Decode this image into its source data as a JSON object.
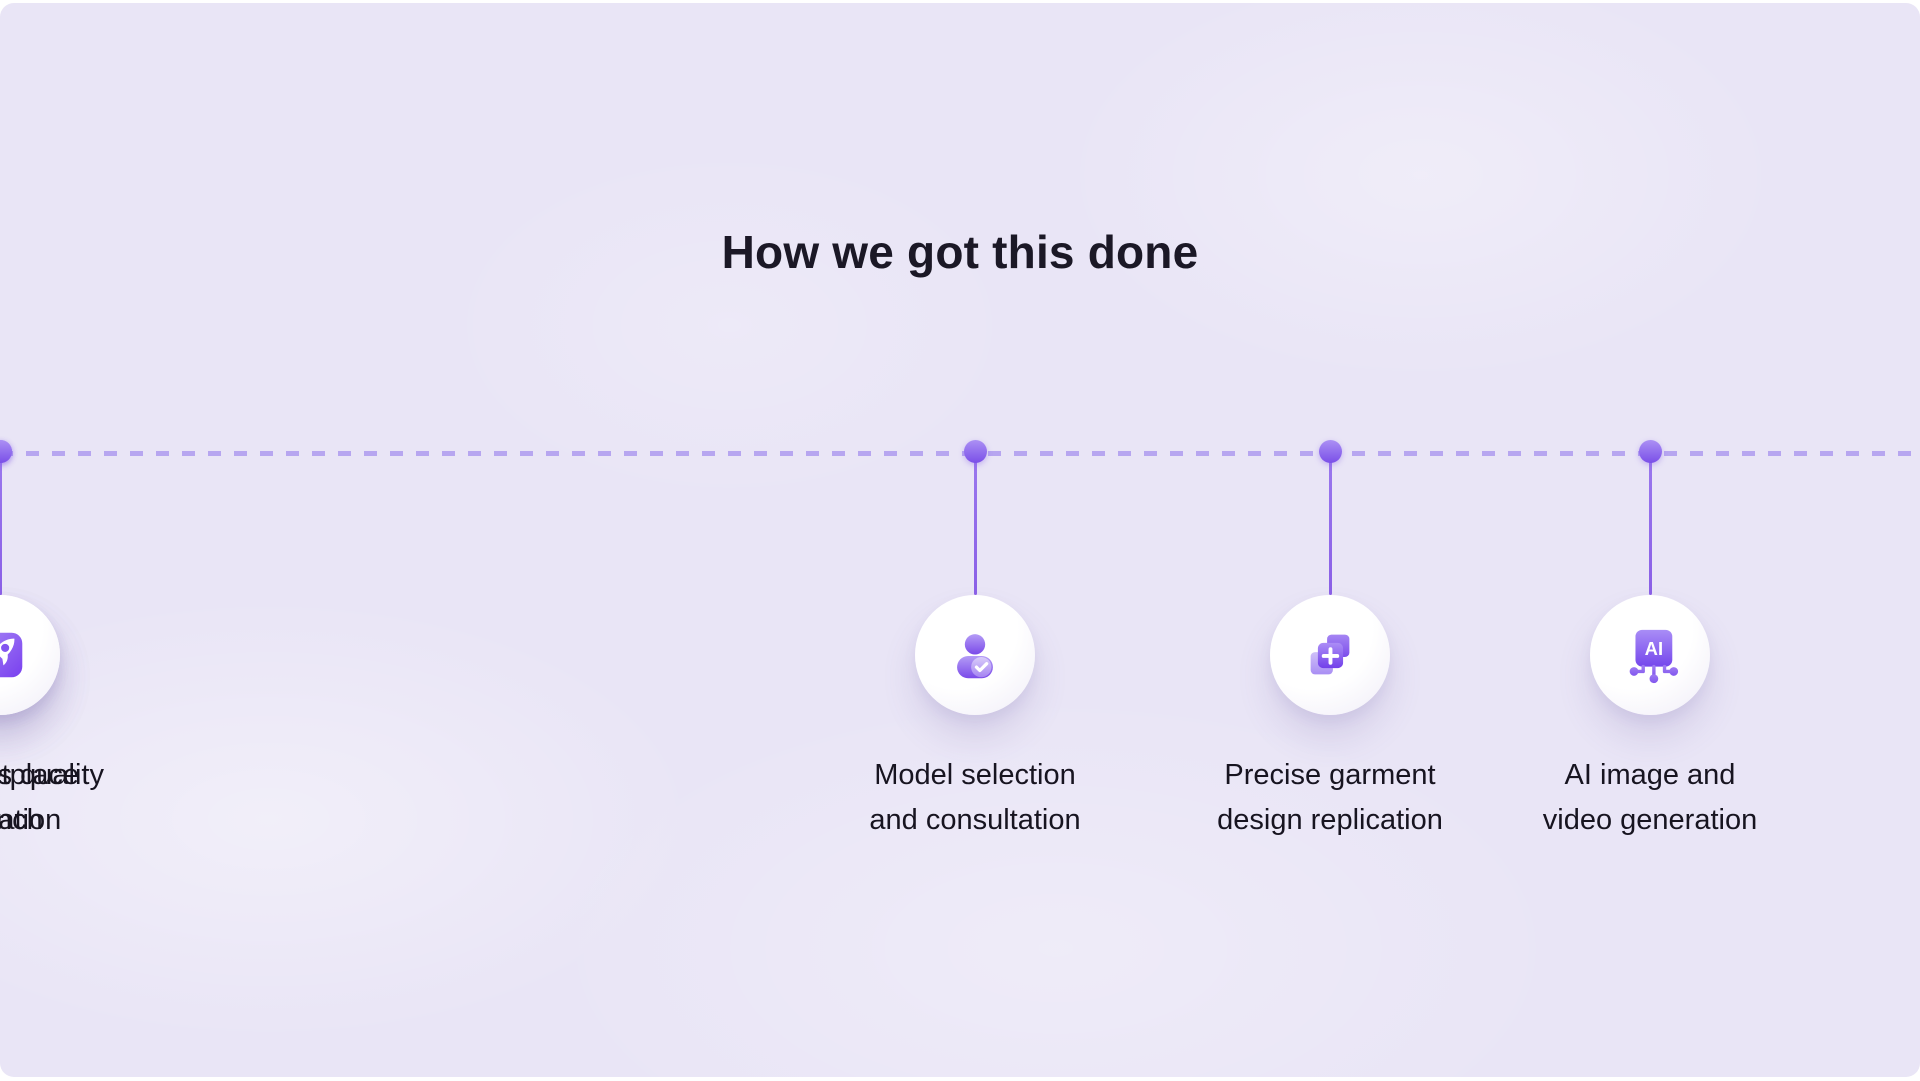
{
  "title": "How we got this done",
  "timeline": {
    "steps": [
      {
        "name": "model-selection",
        "icon": "person-check-icon",
        "lines": [
          "Model selection",
          "and consultation"
        ]
      },
      {
        "name": "garment-replication",
        "icon": "layers-plus-icon",
        "lines": [
          "Precise garment",
          "design replication"
        ]
      },
      {
        "name": "ai-generation",
        "icon": "ai-chip-icon",
        "icon_text": "AI",
        "lines": [
          "AI image and",
          "video generation"
        ]
      },
      {
        "name": "quality-validation",
        "icon": "document-check-icon",
        "lines": [
          "Rigorous quality",
          "validation"
        ]
      },
      {
        "name": "marketplace-launch",
        "icon": "rocket-icon",
        "lines": [
          "Marketplace",
          "launch"
        ]
      }
    ]
  },
  "colors": {
    "background": "#e9e5f6",
    "accent": "#7c4fe8",
    "dash": "#b7a6f0",
    "dot_top": "#ab90f4",
    "dot_bottom": "#7a4fe8",
    "connector": "#8f66ea",
    "title_text": "#1b1826",
    "label_text": "#171420",
    "icon_circle": "#ffffff"
  }
}
